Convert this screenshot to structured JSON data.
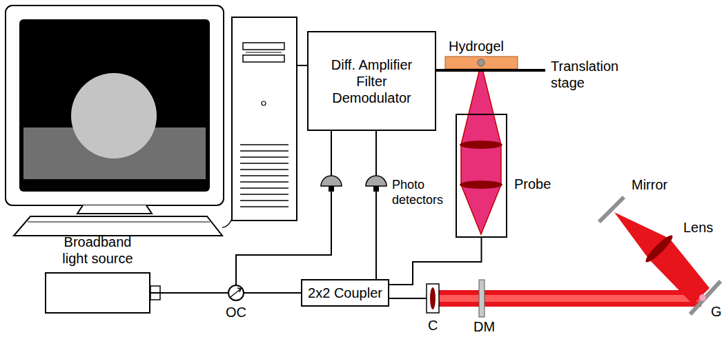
{
  "diagram": {
    "nodes": [
      {
        "text": [
          "Diff. Amplifier Filter Demodulator"
        ]
      },
      {
        "text": [
          "Broadband light source"
        ]
      },
      {
        "text": [
          "OC"
        ]
      },
      {
        "text": [
          "2x2 Coupler"
        ]
      },
      {
        "text": [
          "Probe"
        ]
      }
    ],
    "edges": [
      {
        "from": 1,
        "to": 2,
        "arrow": "none"
      },
      {
        "from": 2,
        "to": 3,
        "arrow": "none"
      },
      {
        "from": 3,
        "to": 4,
        "arrow": "none"
      }
    ],
    "labels": [
      "Photo detectors",
      "Hydrogel",
      "Translation stage",
      "Mirror",
      "Lens",
      "C",
      "DM",
      "G"
    ]
  }
}
